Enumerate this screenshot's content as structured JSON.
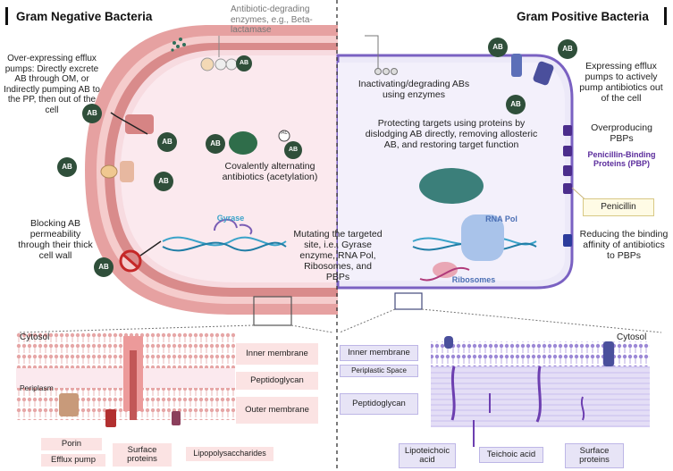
{
  "titles": {
    "left": "Gram Negative Bacteria",
    "right": "Gram Positive Bacteria"
  },
  "annotations": {
    "enzymes_note": "Antibiotic-degrading enzymes, e.g., Beta-lactamase",
    "inactivating": "Inactivating/degrading ABs using enzymes",
    "efflux_left": "Over-expressing efflux pumps: Directly excrete AB through OM, or Indirectly pumping AB to the PP, then out of the cell",
    "efflux_right": "Expressing efflux pumps to actively pump antibiotics out of the cell",
    "protecting": "Protecting  targets using proteins by dislodging AB directly, removing allosteric AB, and restoring target function",
    "covalent": "Covalently alternating antibiotics (acetylation)",
    "overproducing": "Overproducing PBPs",
    "pbp": "Penicillin-Binding Proteins (PBP)",
    "penicillin": "Penicillin",
    "blocking": "Blocking AB permeability through their thick cell wall",
    "mutating": "Mutating the targeted site, i.e., Gyrase enzyme, RNA Pol, Ribosomes, and PBPs",
    "reducing": "Reducing the binding affinity of antibiotics to PBPs",
    "gyrase": "Gyrase",
    "rna_pol": "RNA Pol",
    "ribosomes": "Ribosomes",
    "ab": "AB",
    "ac": "Ac"
  },
  "inset_left": {
    "cytosol": "Cytosol",
    "periplasm": "Periplasm",
    "inner_membrane": "Inner membrane",
    "peptidoglycan": "Peptidoglycan",
    "outer_membrane": "Outer membrane",
    "porin": "Porin",
    "efflux_pump": "Efflux pump",
    "surface_proteins": "Surface proteins",
    "lipopolysaccharides": "Lipopolysaccharides"
  },
  "inset_right": {
    "cytosol": "Cytosol",
    "inner_membrane": "Inner membrane",
    "periplastic_space": "Periplastic Space",
    "peptidoglycan": "Peptidoglycan",
    "lipoteichoic": "Lipoteichoic acid",
    "teichoic": "Teichoic acid",
    "surface_proteins": "Surface proteins"
  },
  "colors": {
    "neg_membrane": "#d98b8b",
    "neg_fill": "#fbe9ee",
    "pos_membrane": "#7a61c2",
    "pos_fill": "#ece9f8",
    "ab_badge": "#2f4f3a",
    "pbp_text": "#5b2c9c"
  }
}
